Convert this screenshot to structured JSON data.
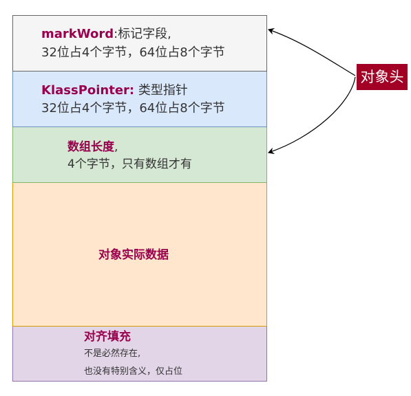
{
  "blocks": {
    "mark_word": {
      "name": "markWord",
      "name_suffix": ":标记字段,",
      "detail": "32位占4个字节，64位占8个字节"
    },
    "klass_pointer": {
      "name": "KlassPointer:",
      "name_suffix": " 类型指针",
      "detail": "32位占4个字节，64位占8个字节"
    },
    "array_length": {
      "name": "数组长度",
      "name_suffix": ",",
      "detail": "4个字节，只有数组才有"
    },
    "instance_data": {
      "name": "对象实际数据"
    },
    "padding": {
      "name": "对齐填充",
      "line1": "不是必然存在,",
      "line2": "也没有特别含义，仅占位"
    }
  },
  "header_label": "对象头",
  "colors": {
    "highlight_text": "#99004d",
    "header_label_bg": "#a20025",
    "mark_word_fill": "#f5f5f5",
    "klass_pointer_fill": "#dae8fc",
    "array_length_fill": "#d5e8d4",
    "instance_data_fill": "#ffe6cc",
    "padding_fill": "#e1d5e7"
  }
}
